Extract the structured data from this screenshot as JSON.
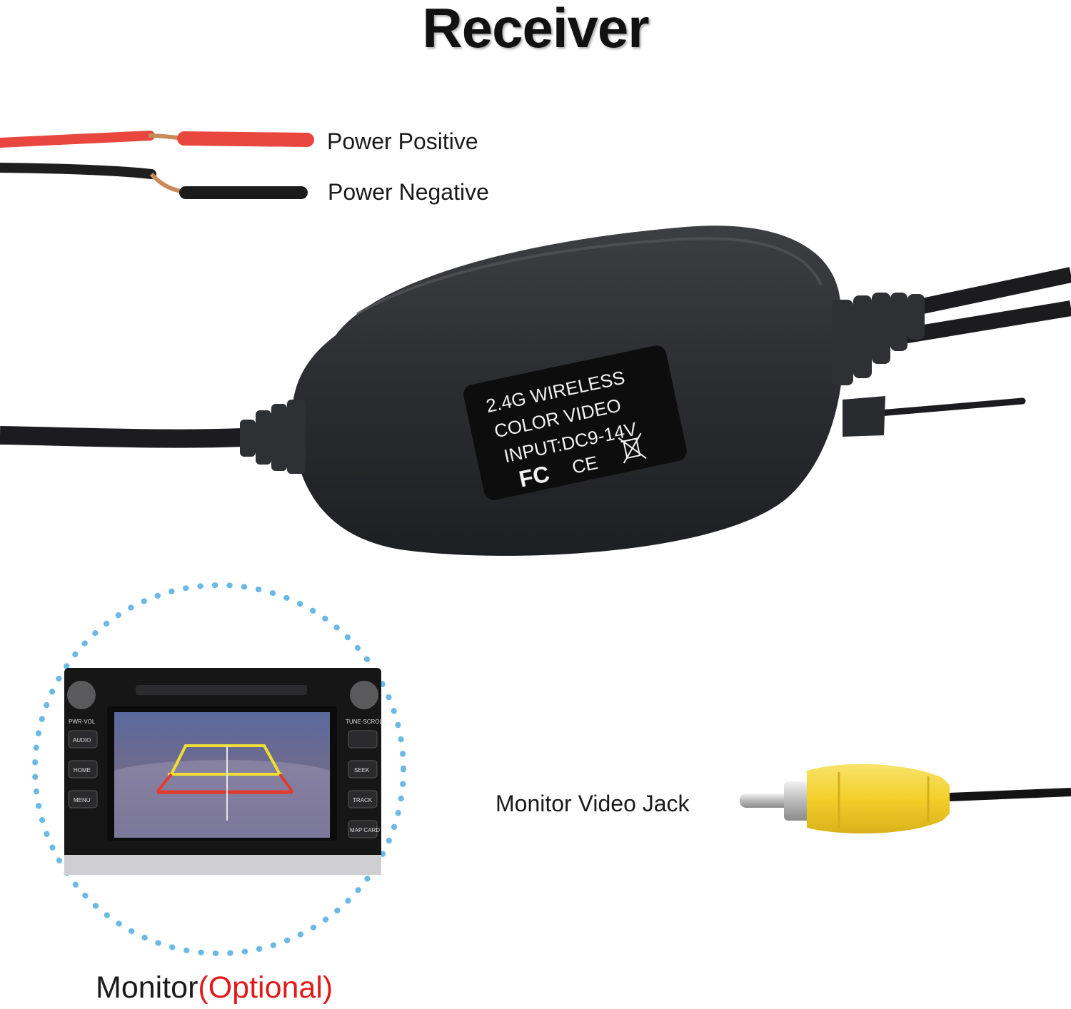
{
  "title": "Receiver",
  "labels": {
    "power_positive": "Power Positive",
    "power_negative": "Power Negative",
    "monitor_video_jack": "Monitor Video Jack",
    "monitor": "Monitor",
    "optional": "(Optional)"
  },
  "device_label": {
    "line1": "2.4G WIRELESS",
    "line2": "COLOR  VIDEO",
    "line3": "INPUT:DC9-14V",
    "marks": [
      "FC",
      "CE"
    ]
  },
  "monitor_ui": {
    "buttons_left": [
      "PWR·VOL",
      "AUDIO",
      "HOME",
      "MENU"
    ],
    "buttons_right": [
      "TUNE·SCROLL",
      "SEEK",
      "TRACK",
      "MAP CARD"
    ]
  },
  "colors": {
    "wire_red": "#e8463f",
    "wire_black": "#1b1b1b",
    "receiver_body": "#2a2b2e",
    "rca_yellow": "#f4d63a",
    "dotted_circle": "#6cb9e6",
    "optional_red": "#e11b1b"
  }
}
